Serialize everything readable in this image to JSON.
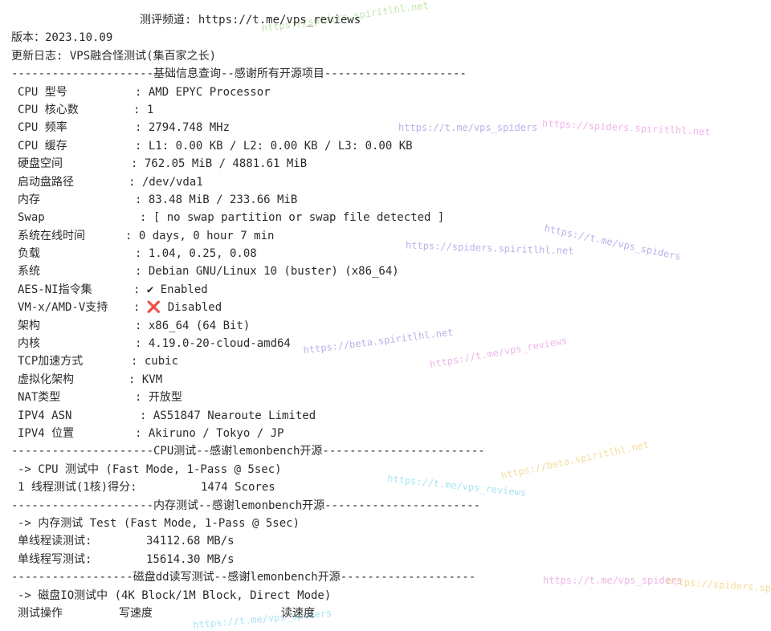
{
  "header": {
    "channel": "测评频道: https://t.me/vps_reviews",
    "version": "版本：2023.10.09",
    "changelog": "更新日志: VPS融合怪测试(集百家之长)"
  },
  "sections": {
    "basic": "---------------------基础信息查询--感谢所有开源项目---------------------",
    "cpu": "---------------------CPU测试--感谢lemonbench开源------------------------",
    "mem": "---------------------内存测试--感谢lemonbench开源-----------------------",
    "disk": "------------------磁盘dd读写测试--感谢lemonbench开源--------------------"
  },
  "info": [
    {
      "label": "CPU 型号",
      "value": ": AMD EPYC Processor"
    },
    {
      "label": "CPU 核心数",
      "value": ": 1"
    },
    {
      "label": "CPU 频率",
      "value": ": 2794.748 MHz"
    },
    {
      "label": "CPU 缓存",
      "value": ": L1: 0.00 KB / L2: 0.00 KB / L3: 0.00 KB"
    },
    {
      "label": "硬盘空间",
      "value": ": 762.05 MiB / 4881.61 MiB"
    },
    {
      "label": "启动盘路径",
      "value": ": /dev/vda1"
    },
    {
      "label": "内存",
      "value": ": 83.48 MiB / 233.66 MiB"
    },
    {
      "label": "Swap",
      "value": ": [ no swap partition or swap file detected ]"
    },
    {
      "label": "系统在线时间",
      "value": ": 0 days, 0 hour 7 min"
    },
    {
      "label": "负载",
      "value": ": 1.04, 0.25, 0.08"
    },
    {
      "label": "系统",
      "value": ": Debian GNU/Linux 10 (buster) (x86_64)"
    },
    {
      "label": "AES-NI指令集",
      "value": ": ✔ Enabled"
    },
    {
      "label": "VM-x/AMD-V支持",
      "value_prefix": ": ",
      "value_icon": "❌",
      "value_text": " Disabled"
    },
    {
      "label": "架构",
      "value": ": x86_64 (64 Bit)"
    },
    {
      "label": "内核",
      "value": ": 4.19.0-20-cloud-amd64"
    },
    {
      "label": "TCP加速方式",
      "value": ": cubic"
    },
    {
      "label": "虚拟化架构",
      "value": ": KVM"
    },
    {
      "label": "NAT类型",
      "value": ": 开放型"
    },
    {
      "label": "IPV4 ASN",
      "value": ": AS51847 Nearoute Limited"
    },
    {
      "label": "IPV4 位置",
      "value": ": Akiruno / Tokyo / JP"
    }
  ],
  "cpu_test": {
    "running": "-> CPU 测试中 (Fast Mode, 1-Pass @ 5sec)",
    "single_label": "1 线程测试(1核)得分:",
    "single_value": "1474 Scores"
  },
  "mem_test": {
    "running": "-> 内存测试 Test (Fast Mode, 1-Pass @ 5sec)",
    "read_label": "单线程读测试:",
    "read_value": "34112.68 MB/s",
    "write_label": "单线程写测试:",
    "write_value": "15614.30 MB/s"
  },
  "disk_test": {
    "running": "-> 磁盘IO测试中 (4K Block/1M Block, Direct Mode)",
    "col_op": "测试操作",
    "col_write": "写速度",
    "col_read": "读速度"
  },
  "watermarks": {
    "w1": "https://spiders.spiritlhl.net",
    "w2": "https://t.me/vps_spiders",
    "w3": "https://spiders.spiritlhl.net",
    "w4": "https://t.me/vps_spiders",
    "w5": "https://spiders.spiritlhl.net",
    "w6": "https://beta.spiritlhl.net",
    "w7": "https://t.me/vps_reviews",
    "w8": "https://t.me/vps_reviews",
    "w9": "https://beta.spiritlhl.net",
    "w10": "https://t.me/vps_spiders",
    "w11": "https://spiders.spiritlhl.net",
    "w12": "https://t.me/vps_spiders"
  },
  "colors": {
    "wm_cyan": "#5fd0e6",
    "wm_purple": "#8a6fd8",
    "wm_pink": "#e27ad4",
    "wm_green": "#8fd36a",
    "wm_yellow": "#e6c24a",
    "cross_red": "#e53935"
  }
}
